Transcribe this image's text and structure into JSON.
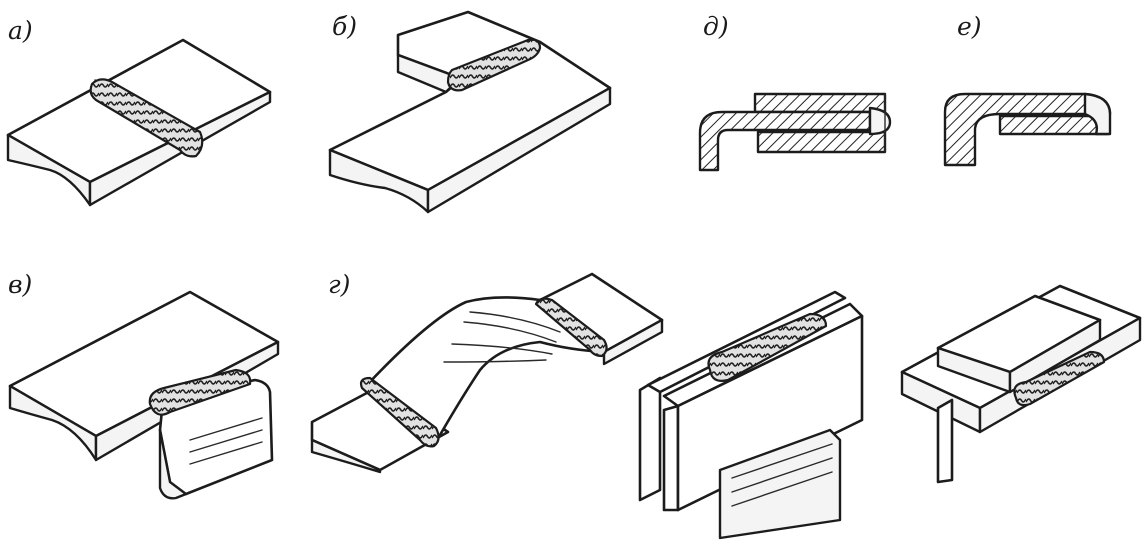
{
  "figure": {
    "labels": {
      "a": "а)",
      "b": "б)",
      "v": "в)",
      "g": "г)",
      "d": "д)",
      "e": "е)"
    },
    "colors": {
      "ink": "#1c1c1c",
      "paper": "#ffffff",
      "weld_fill": "#d9d9d9"
    }
  }
}
